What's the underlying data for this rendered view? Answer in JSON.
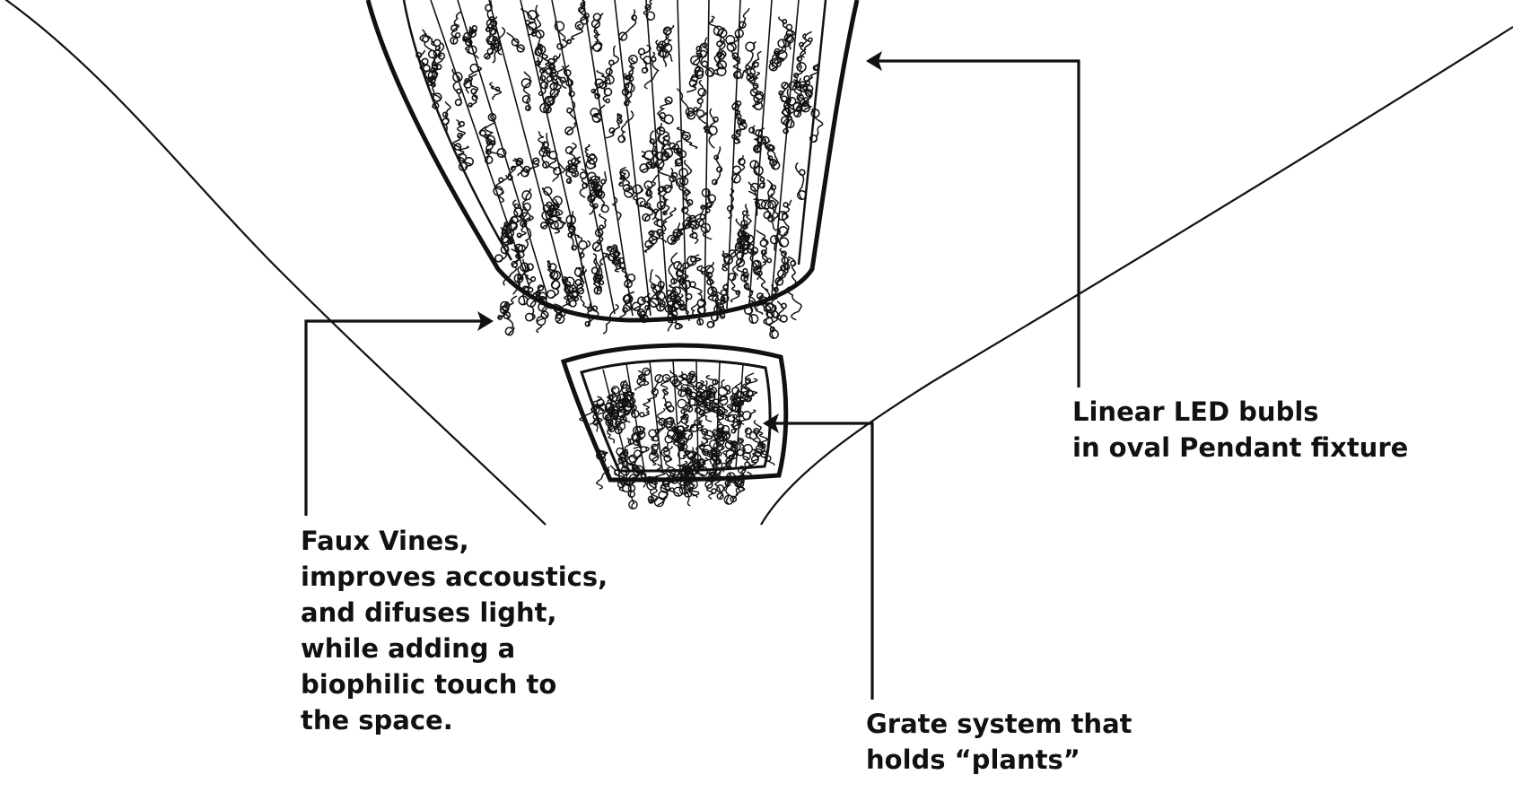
{
  "annotations": {
    "vines": {
      "lines": [
        "Faux Vines,",
        "improves accoustics,",
        "and difuses light,",
        "while adding a",
        "biophilic touch to",
        "the space."
      ]
    },
    "grate": {
      "lines": [
        "Grate system that",
        "holds “plants”"
      ]
    },
    "led": {
      "lines": [
        "Linear LED bubls",
        "in oval Pendant fixture"
      ]
    }
  },
  "colors": {
    "ink": "#111111",
    "background": "#ffffff"
  }
}
